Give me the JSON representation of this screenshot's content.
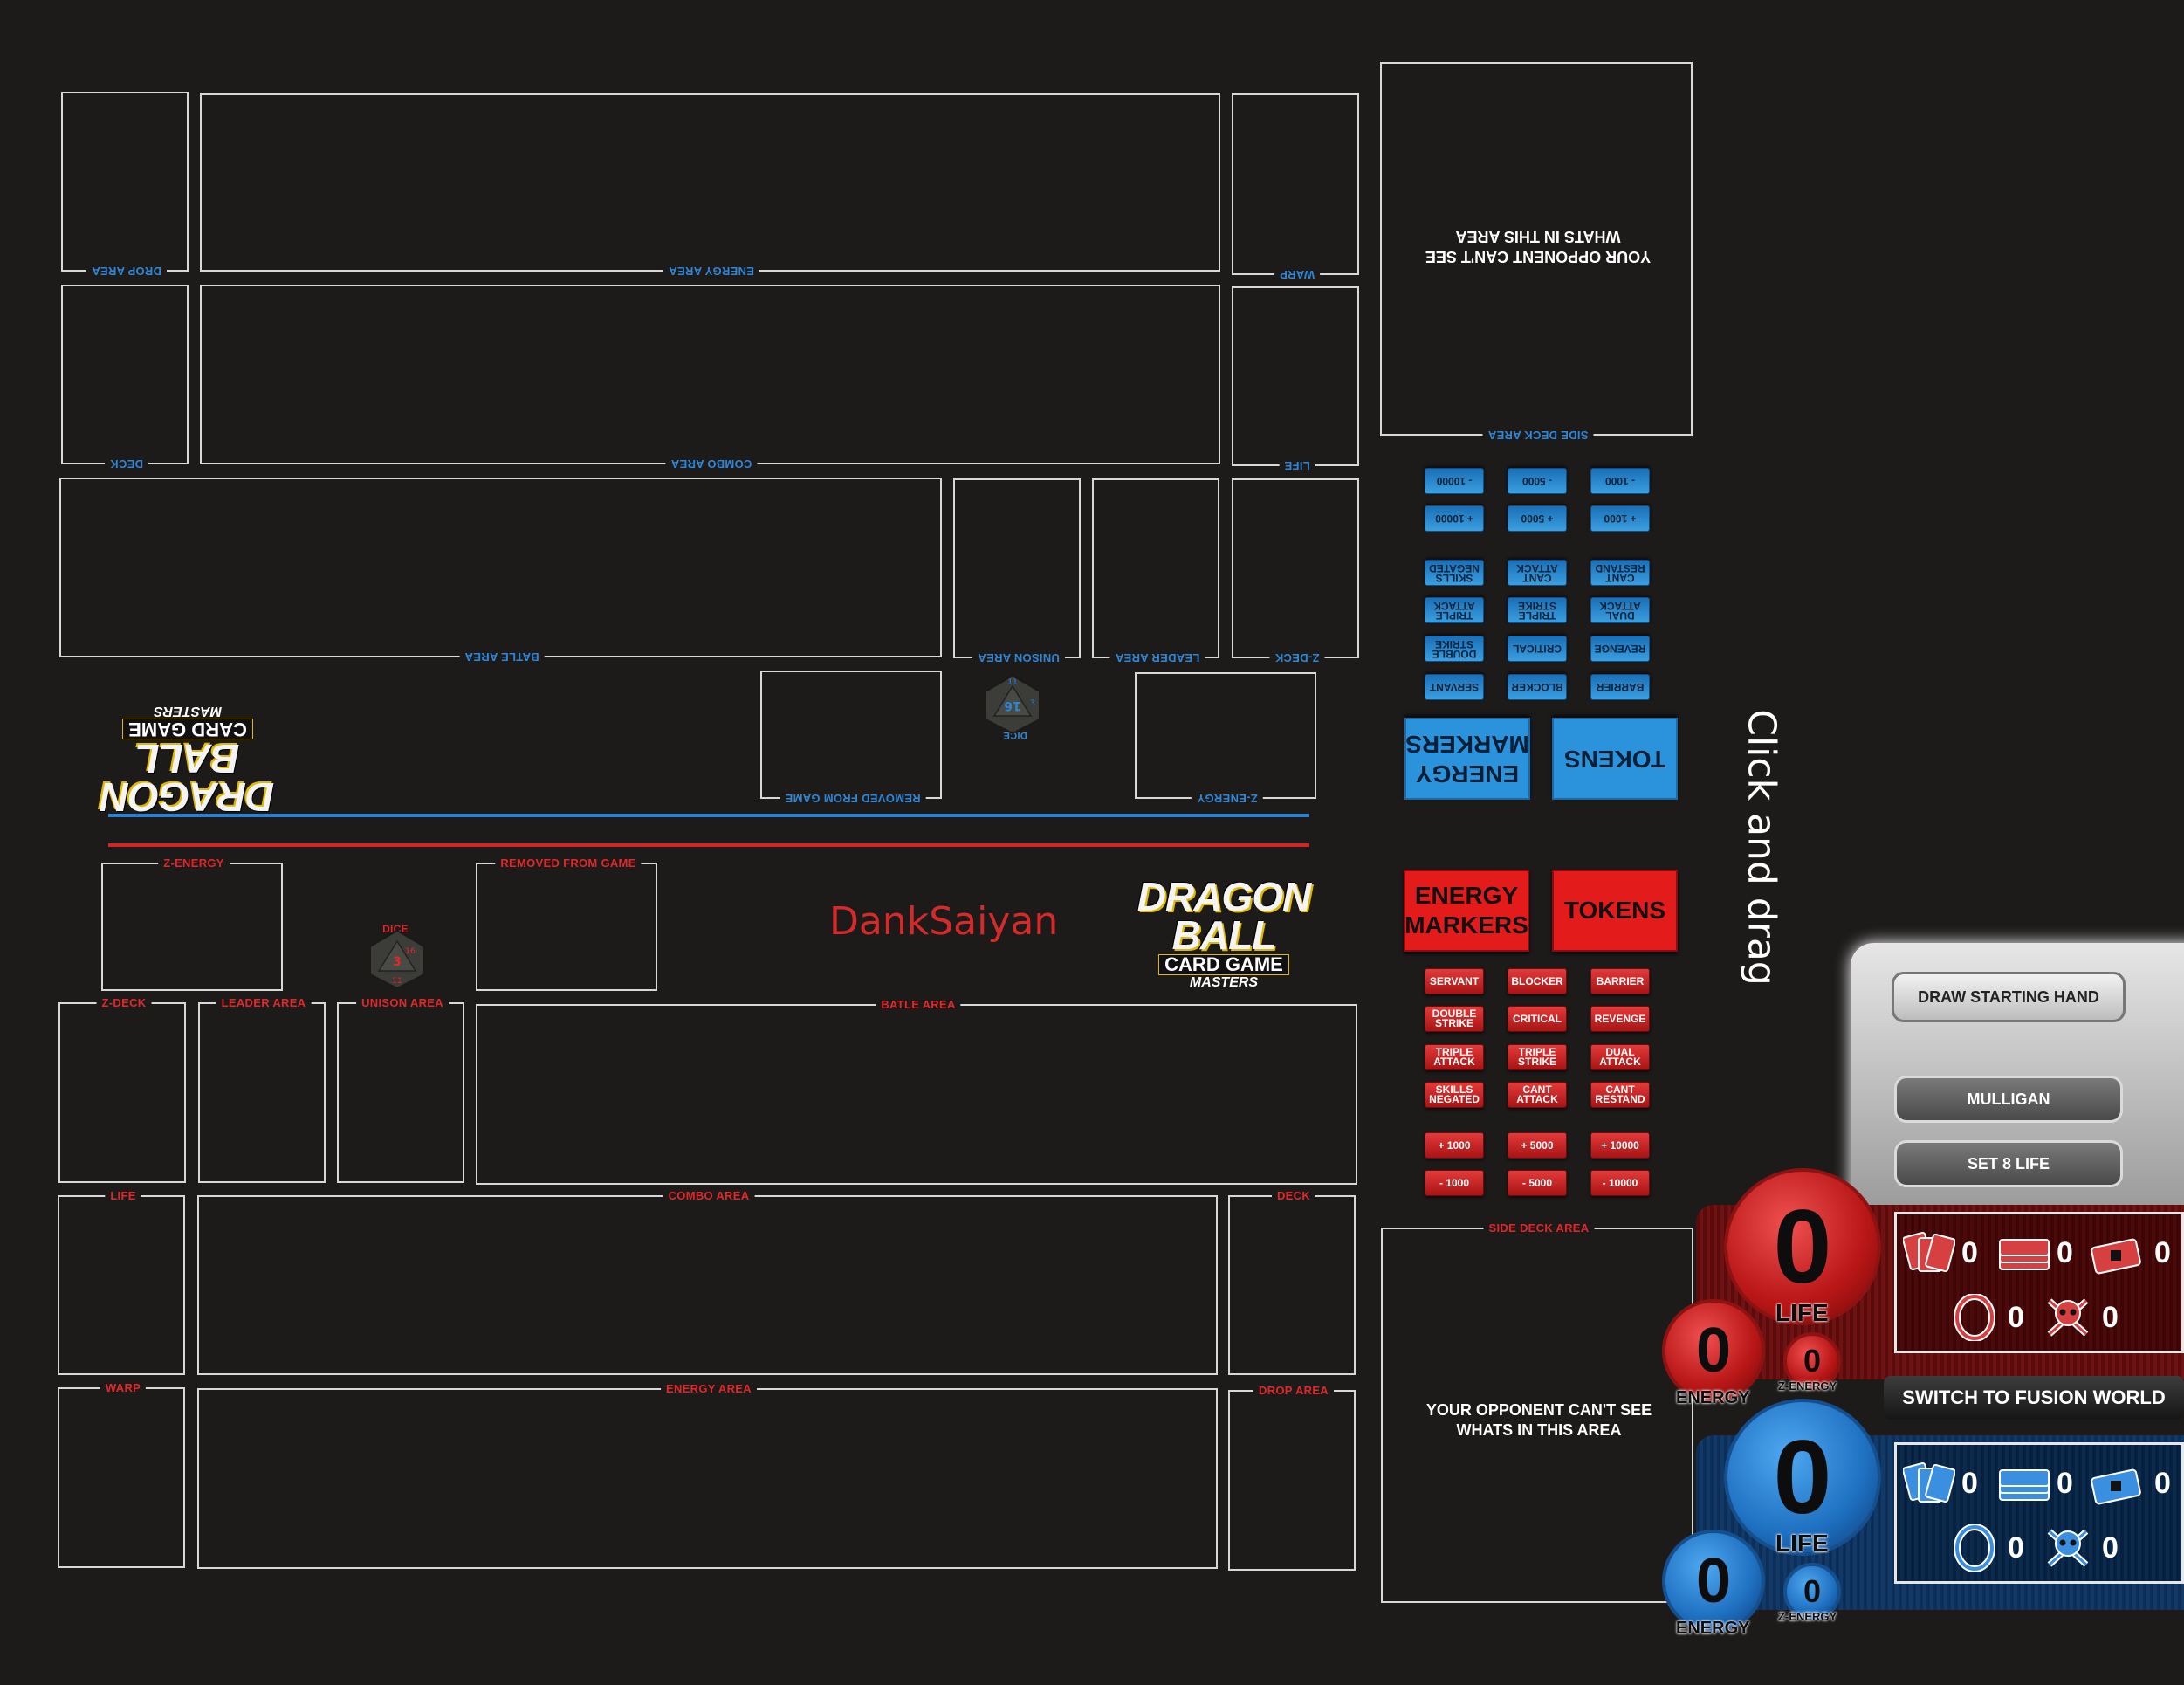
{
  "opponent_zones": {
    "drop_area": "DROP AREA",
    "energy_area": "ENERGY AREA",
    "warp": "WARP",
    "deck": "DECK",
    "combo_area": "COMBO AREA",
    "life": "LIFE",
    "batle_area": "BATLE AREA",
    "unison_area": "UNISON AREA",
    "leader_area": "LEADER AREA",
    "z_deck": "Z-DECK",
    "removed_from_game": "REMOVED FROM GAME",
    "z_energy": "Z-ENERGY",
    "dice": "DICE",
    "side_deck_area": "SIDE DECK AREA",
    "hidden_note": "YOUR OPPONENT CAN'T SEE WHATS IN THIS AREA"
  },
  "player_zones": {
    "z_energy": "Z-ENERGY",
    "removed_from_game": "REMOVED FROM GAME",
    "dice": "DICE",
    "z_deck": "Z-DECK",
    "leader_area": "LEADER AREA",
    "unison_area": "UNISON AREA",
    "batle_area": "BATLE AREA",
    "life": "LIFE",
    "combo_area": "COMBO AREA",
    "deck": "DECK",
    "warp": "WARP",
    "energy_area": "ENERGY AREA",
    "drop_area": "DROP AREA",
    "side_deck_area": "SIDE DECK AREA",
    "hidden_note": "YOUR OPPONENT CAN'T SEE WHATS IN THIS AREA"
  },
  "player_name": "DankSaiyan",
  "logo": {
    "line1": "DRAGON BALL",
    "line2": "CARD GAME",
    "line3": "MASTERS"
  },
  "dice_values": {
    "opponent_top": "11",
    "opponent_center": "16",
    "opponent_side": "3",
    "player_top": "16",
    "player_center": "3",
    "player_bottom": "11"
  },
  "opponent_markers": {
    "minus_10000": "- 10000",
    "minus_5000": "- 5000",
    "minus_1000": "- 1000",
    "plus_10000": "+ 10000",
    "plus_5000": "+ 5000",
    "plus_1000": "+ 1000",
    "skills_negated": "SKILLS NEGATED",
    "cant_attack": "CANT ATTACK",
    "cant_restand": "CANT RESTAND",
    "triple_attack": "TRIPLE ATTACK",
    "triple_strike": "TRIPLE STRIKE",
    "dual_attack": "DUAL ATTACK",
    "double_strike": "DOUBLE STRIKE",
    "critical": "CRITICAL",
    "revenge": "REVENGE",
    "servant": "SERVANT",
    "blocker": "BLOCKER",
    "barrier": "BARRIER",
    "energy_markers": "ENERGY MARKERS",
    "tokens": "TOKENS"
  },
  "player_markers": {
    "energy_markers": "ENERGY MARKERS",
    "tokens": "TOKENS",
    "servant": "SERVANT",
    "blocker": "BLOCKER",
    "barrier": "BARRIER",
    "double_strike": "DOUBLE STRIKE",
    "critical": "CRITICAL",
    "revenge": "REVENGE",
    "triple_attack": "TRIPLE ATTACK",
    "triple_strike": "TRIPLE STRIKE",
    "dual_attack": "DUAL ATTACK",
    "skills_negated": "SKILLS NEGATED",
    "cant_attack": "CANT ATTACK",
    "cant_restand": "CANT RESTAND",
    "plus_1000": "+ 1000",
    "plus_5000": "+ 5000",
    "plus_10000": "+ 10000",
    "minus_1000": "- 1000",
    "minus_5000": "- 5000",
    "minus_10000": "- 10000"
  },
  "hint": "Click and drag",
  "panel": {
    "draw_starting_hand": "DRAW STARTING HAND",
    "mulligan": "MULLIGAN",
    "set_8_life": "SET 8 LIFE",
    "switch_fusion": "SWITCH TO FUSION WORLD"
  },
  "counters_red": {
    "life": "0",
    "life_label": "LIFE",
    "energy": "0",
    "energy_label": "ENERGY",
    "z_energy": "0",
    "z_energy_label": "Z-ENERGY",
    "hand": "0",
    "deck": "0",
    "side": "0",
    "ring": "0",
    "drop": "0"
  },
  "counters_blue": {
    "life": "0",
    "life_label": "LIFE",
    "energy": "0",
    "energy_label": "ENERGY",
    "z_energy": "0",
    "z_energy_label": "Z-ENERGY",
    "hand": "0",
    "deck": "0",
    "side": "0",
    "ring": "0",
    "drop": "0"
  },
  "colors": {
    "background": "#1d1a1a",
    "opponent_accent": "#2e86d6",
    "player_accent": "#e0282a"
  },
  "icons": [
    "cards-icon",
    "deck-icon",
    "side-deck-icon",
    "ring-icon",
    "skull-icon",
    "d20-dice-icon"
  ]
}
